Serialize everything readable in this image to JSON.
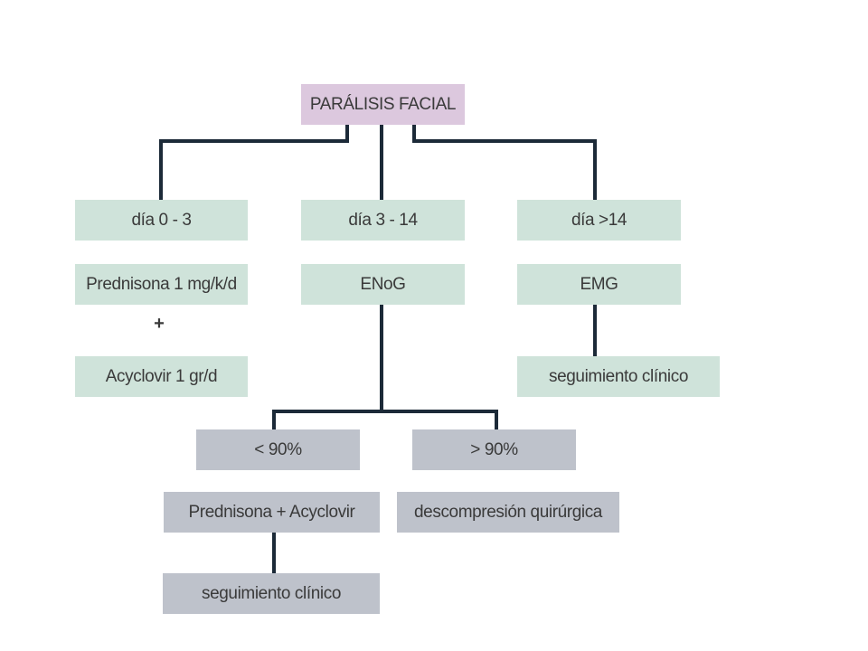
{
  "title": "PARÁLISIS FACIAL",
  "colors": {
    "root_fill": "#dcc8de",
    "time_fill": "#cfe3da",
    "branch_fill": "#bec2cb",
    "connector": "#1c2a38",
    "text": "#3a3a3a"
  },
  "columns": [
    {
      "period": "día 0 - 3",
      "steps": [
        "Prednisona 1 mg/k/d",
        "+",
        "Acyclovir 1 gr/d"
      ]
    },
    {
      "period": "día 3 - 14",
      "steps": [
        "ENoG"
      ]
    },
    {
      "period": "día >14",
      "steps": [
        "EMG",
        "seguimiento clínico"
      ]
    }
  ],
  "enog_branches": [
    {
      "threshold": "< 90%",
      "steps": [
        "Prednisona + Acyclovir",
        "seguimiento clínico"
      ]
    },
    {
      "threshold": "> 90%",
      "steps": [
        "descompresión quirúrgica"
      ]
    }
  ]
}
